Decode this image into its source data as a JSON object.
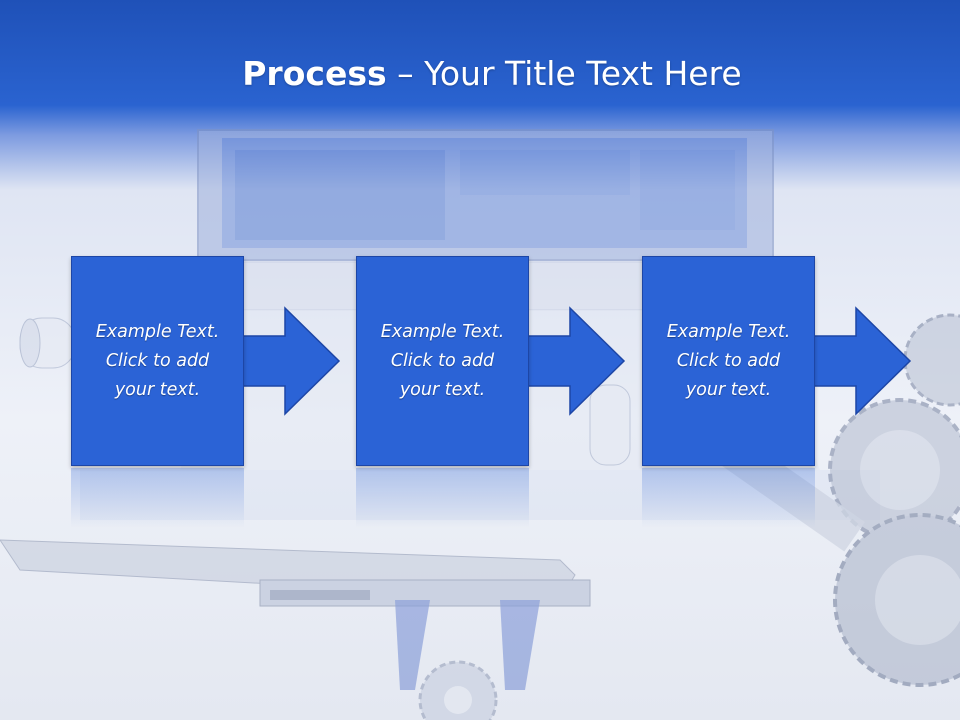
{
  "slide": {
    "title_bold": "Process",
    "title_rest": " – Your Title Text Here"
  },
  "steps": [
    {
      "lines": [
        "Example Text.",
        "Click  to add",
        "your text."
      ]
    },
    {
      "lines": [
        "Example Text.",
        "Click  to add",
        "your text."
      ]
    },
    {
      "lines": [
        "Example Text.",
        "Click  to add",
        "your text."
      ]
    }
  ],
  "colors": {
    "header_blue": "#2a63d0",
    "step_fill": "#2b63d6",
    "step_border": "#1d46a6",
    "text": "#ffffff"
  },
  "icons": [
    "right-arrow-icon",
    "laptop-illustration",
    "caliper-illustration",
    "gears-illustration",
    "blueprint-roll-illustration"
  ]
}
